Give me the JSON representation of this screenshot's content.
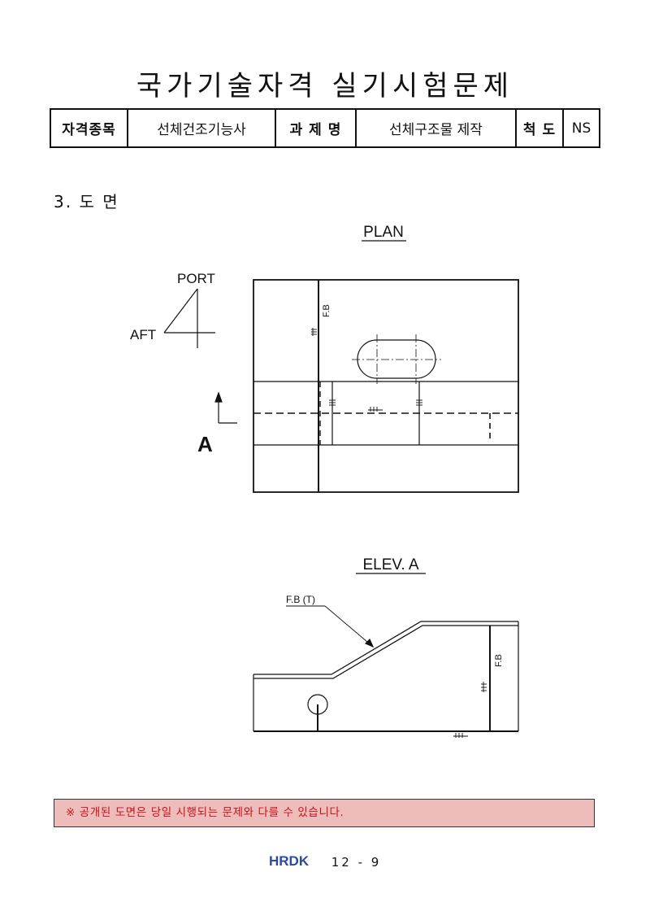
{
  "header": {
    "title": "국가기술자격 실기시험문제"
  },
  "info_table": {
    "qualification_label": "자격종목",
    "qualification_value": "선체건조기능사",
    "task_label": "과 제 명",
    "task_value": "선체구조물 제작",
    "scale_label": "척 도",
    "scale_value": "NS"
  },
  "section": {
    "heading": "3. 도  면"
  },
  "plan_view": {
    "title": "PLAN",
    "direction_port": "PORT",
    "direction_aft": "AFT",
    "view_marker": "A",
    "fb_label": "F.B"
  },
  "elevation_view": {
    "title": "ELEV. A",
    "callout": "F.B (T)",
    "fb_label": "F.B"
  },
  "notice": {
    "text": "※ 공개된 도면은 당일 시행되는 문제와 다를 수 있습니다."
  },
  "footer": {
    "logo": "HRDK",
    "page": "12 - 9"
  },
  "colors": {
    "notice_bg": "#efbcbc",
    "notice_text": "#c4141a",
    "logo": "#2b4aa0"
  }
}
